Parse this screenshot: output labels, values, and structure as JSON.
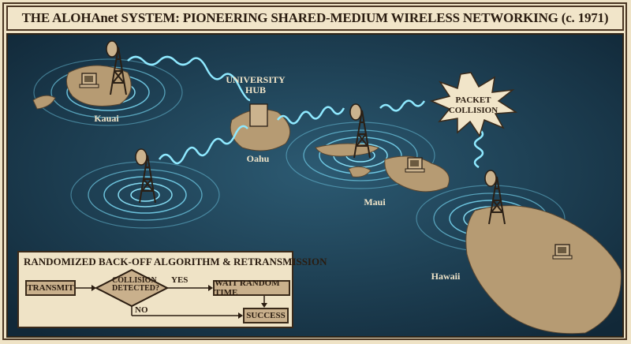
{
  "title": "THE ALOHAnet SYSTEM: PIONEERING SHARED-MEDIUM WIRELESS NETWORKING (c. 1971)",
  "islands": {
    "kauai": "Kauai",
    "oahu": "Oahu",
    "maui": "Maui",
    "hawaii": "Hawaii"
  },
  "hub_label_line1": "UNIVERSITY",
  "hub_label_line2": "HUB",
  "collision_line1": "PACKET",
  "collision_line2": "COLLISION",
  "algorithm": {
    "title": "RANDOMIZED BACK-OFF ALGORITHM & RETRANSMISSION",
    "transmit": "TRANSMIT",
    "decision_line1": "COLLISION",
    "decision_line2": "DETECTED?",
    "yes": "YES",
    "no": "NO",
    "wait": "WAIT RANDOM TIME",
    "success": "SUCCESS"
  },
  "colors": {
    "ocean": "#1d3f55",
    "wave": "#7fe4ff",
    "land": "#b69b73",
    "frame": "#efe3c6"
  }
}
